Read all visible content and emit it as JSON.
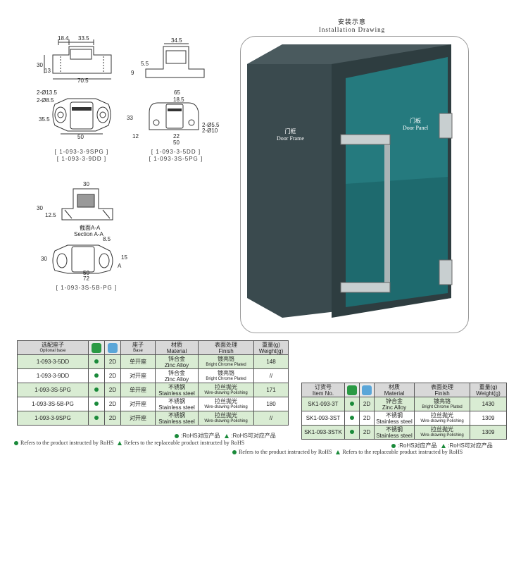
{
  "installation": {
    "title_cn": "安装示意",
    "title_en": "Installation Drawing",
    "frame_cn": "门框",
    "frame_en": "Door Frame",
    "panel_cn": "门板",
    "panel_en": "Door Panel"
  },
  "drawings": {
    "d1": {
      "w1": "18.4",
      "w2": "33.5",
      "h": "30",
      "h2": "13",
      "total": "70.5",
      "hole_a": "2-Ø13.5",
      "hole_b": "2-Ø8.5",
      "side": "35.5",
      "span": "50"
    },
    "d2": {
      "w": "34.5",
      "a": "5.5",
      "h": "9",
      "total": "65",
      "b": "18.5",
      "c": "33",
      "hole_a": "2-Ø5.5",
      "hole_b": "2-Ø10",
      "d": "12",
      "e": "22",
      "span": "50"
    },
    "d3": {
      "w": "30",
      "h": "30",
      "h2": "12.5",
      "section_cn": "截面A-A",
      "section_en": "Section A-A",
      "a": "8.5",
      "b": "30",
      "c": "15",
      "mark": "A",
      "span": "50",
      "total": "72"
    },
    "cap1a": "[ 1-093-3-9SPG ]",
    "cap1b": "[ 1-093-3-9DD ]",
    "cap2a": "[ 1-093-3-5DD ]",
    "cap2b": "[ 1-093-3S-5PG ]",
    "cap3": "[ 1-093-3S-5B-PG ]"
  },
  "table1": {
    "headers": {
      "base_cn": "选配座子",
      "base_en": "Optional base",
      "mount_cn": "座子",
      "mount_en": "Base",
      "mat_cn": "材质",
      "mat_en": "Material",
      "fin_cn": "表面处理",
      "fin_en": "Finish",
      "wt_cn": "重量(g)",
      "wt_en": "Weight(g)"
    },
    "rows": [
      {
        "id": "1-093-3-5DD",
        "cad": "2D",
        "base": "单开座",
        "mat_cn": "锌合金",
        "mat_en": "Zinc Alloy",
        "fin_cn": "镀亮铬",
        "fin_en": "Bright Chrome Plated",
        "wt": "148"
      },
      {
        "id": "1-093-3-9DD",
        "cad": "2D",
        "base": "对开座",
        "mat_cn": "锌合金",
        "mat_en": "Zinc Alloy",
        "fin_cn": "镀亮铬",
        "fin_en": "Bright Chrome Plated",
        "wt": "//"
      },
      {
        "id": "1-093-3S-5PG",
        "cad": "2D",
        "base": "单开座",
        "mat_cn": "不锈钢",
        "mat_en": "Stainless steel",
        "fin_cn": "拉丝抛光",
        "fin_en": "Wire-drawing Polishing",
        "wt": "171"
      },
      {
        "id": "1-093-3S-5B-PG",
        "cad": "2D",
        "base": "对开座",
        "mat_cn": "不锈钢",
        "mat_en": "Stainless steel",
        "fin_cn": "拉丝抛光",
        "fin_en": "Wire-drawing Polishing",
        "wt": "180"
      },
      {
        "id": "1-093-3-9SPG",
        "cad": "2D",
        "base": "对开座",
        "mat_cn": "不锈钢",
        "mat_en": "Stainless steel",
        "fin_cn": "拉丝抛光",
        "fin_en": "Wire-drawing Polishing",
        "wt": "//"
      }
    ]
  },
  "table2": {
    "headers": {
      "item_cn": "订货号",
      "item_en": "Item No.",
      "mat_cn": "材质",
      "mat_en": "Material",
      "fin_cn": "表面处理",
      "fin_en": "Finish",
      "wt_cn": "重量(g)",
      "wt_en": "Weight(g)"
    },
    "rows": [
      {
        "id": "SK1-093-3T",
        "cad": "2D",
        "mat_cn": "锌合金",
        "mat_en": "Zinc Alloy",
        "fin_cn": "镀亮铬",
        "fin_en": "Bright Chrome Plated",
        "wt": "1430"
      },
      {
        "id": "SK1-093-3ST",
        "cad": "2D",
        "mat_cn": "不锈钢",
        "mat_en": "Stainless steel",
        "fin_cn": "拉丝抛光",
        "fin_en": "Wire-drawing Polishing",
        "wt": "1309"
      },
      {
        "id": "SK1-093-3STK",
        "cad": "2D",
        "mat_cn": "不锈钢",
        "mat_en": "Stainless steel",
        "fin_cn": "拉丝抛光",
        "fin_en": "Wire-drawing Polishing",
        "wt": "1309"
      }
    ]
  },
  "legend": {
    "rohs_cn": ":RoHS对应产品",
    "rohs2_cn": ":RoHS可对应产品",
    "rohs_en": "Refers to the product instructed by RoHS",
    "rohs2_en": "Refers to the replaceable product instructed by RoHS"
  },
  "colors": {
    "green_row": "#d9ecd3",
    "header_gray": "#d8d8d8",
    "rohs_green": "#1a8a3a",
    "cabinet": "#36474b",
    "glass": "#1d6f73"
  }
}
